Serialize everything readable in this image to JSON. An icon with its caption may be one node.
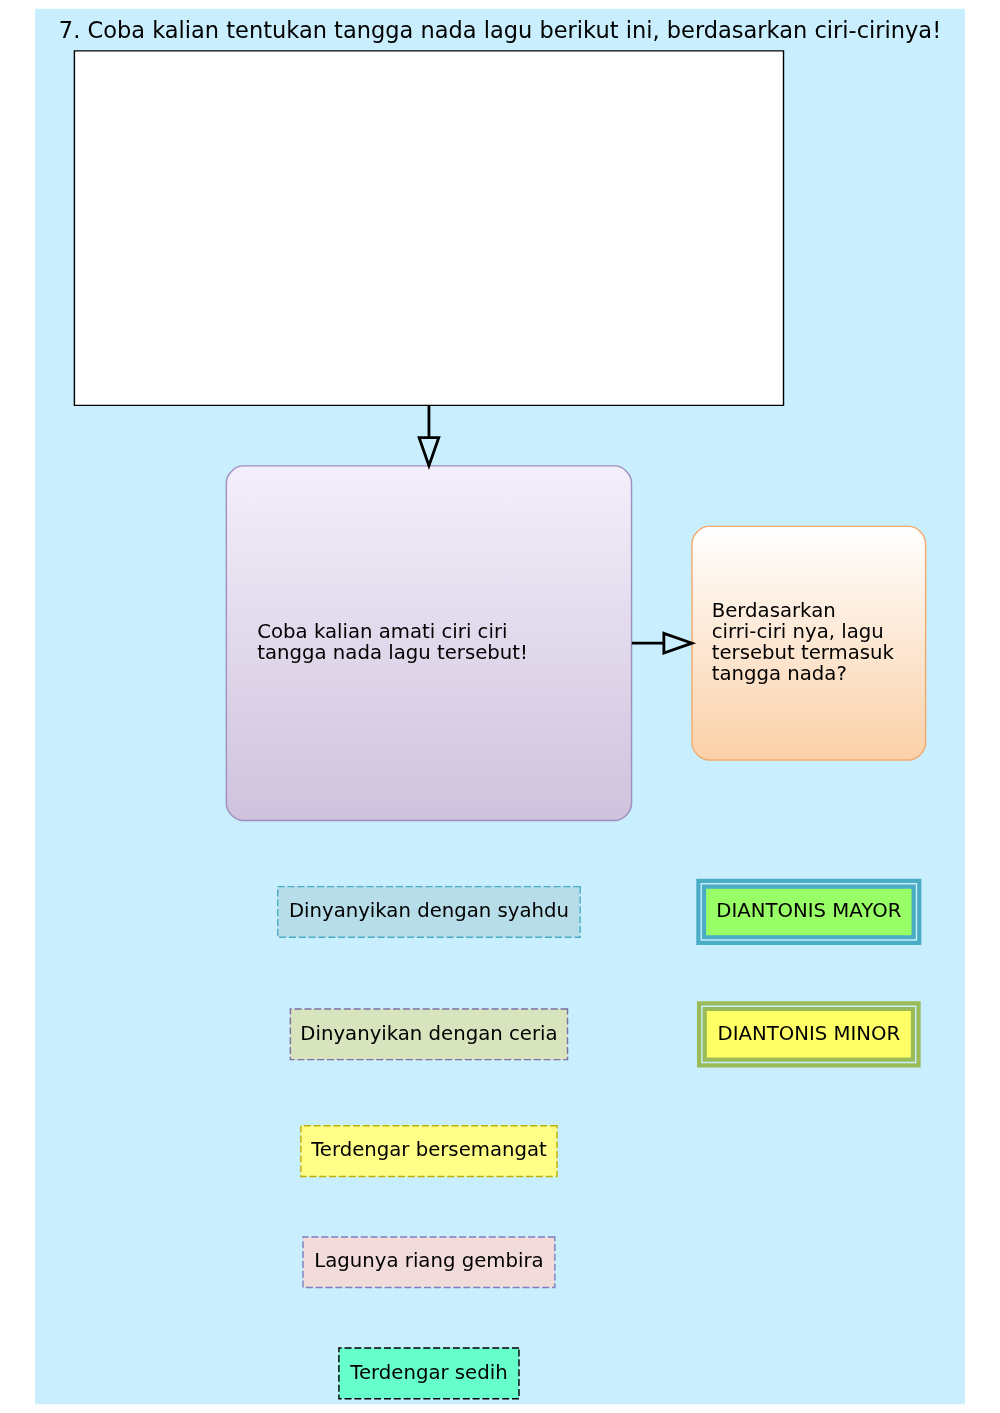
{
  "diagram": {
    "title": "7. Coba kalian tentukan tangga nada lagu berikut ini, berdasarkan ciri-cirinya!",
    "nodes": [
      {
        "text": [],
        "shape": "box"
      },
      {
        "text": [
          "Coba kalian amati ciri ciri tangga nada lagu tersebut!"
        ]
      },
      {
        "text": [
          "Berdasarkan cirri-ciri nya, lagu tersebut termasuk tangga nada?"
        ]
      },
      {
        "text": [
          "Dinyanyikan dengan syahdu"
        ]
      },
      {
        "text": [
          "Dinyanyikan dengan ceria"
        ]
      },
      {
        "text": [
          "Terdengar bersemangat"
        ]
      },
      {
        "text": [
          "Lagunya riang gembira"
        ]
      },
      {
        "text": [
          "Terdengar sedih"
        ]
      },
      {
        "text": [
          "DIANTONIS MAYOR"
        ]
      },
      {
        "text": [
          "DIANTONIS MINOR"
        ]
      }
    ],
    "edges": [
      {
        "from": 0,
        "to": 1,
        "arrow": "to"
      },
      {
        "from": 1,
        "to": 2,
        "arrow": "to"
      }
    ]
  }
}
